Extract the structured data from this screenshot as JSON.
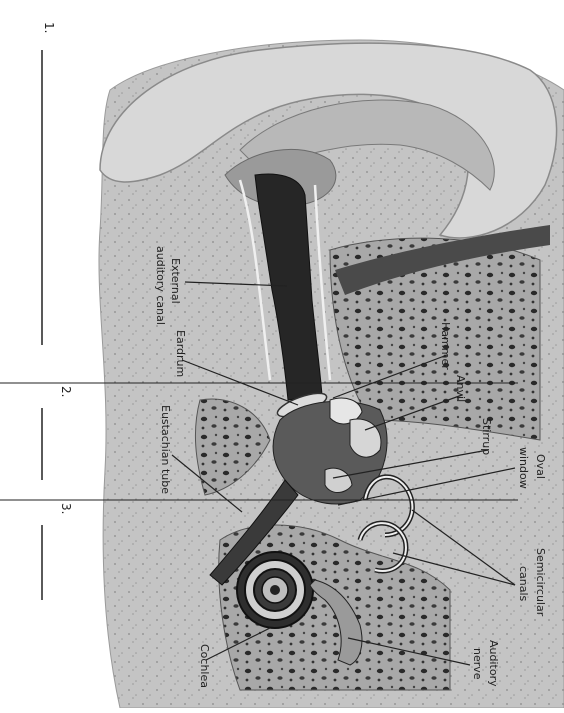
{
  "sections": [
    {
      "number": "1.",
      "blank": "________________"
    },
    {
      "number": "2.",
      "blank": "________"
    },
    {
      "number": "3.",
      "blank": "________"
    }
  ],
  "labels": {
    "external_auditory_canal_line1": "External",
    "external_auditory_canal_line2": "auditory canal",
    "eardrum": "Eardrum",
    "eustachian_tube": "Eustachian tube",
    "hammer": "Hammer",
    "anvil": "Anvil",
    "stirrup": "Stirrup",
    "oval_window_line1": "Oval",
    "oval_window_line2": "window",
    "semicircular_canals_line1": "Semicircular",
    "semicircular_canals_line2": "canals",
    "auditory_nerve_line1": "Auditory",
    "auditory_nerve_line2": "nerve",
    "cochlea": "Cochlea"
  },
  "colors": {
    "background": "#ffffff",
    "ink": "#222222",
    "bone": "#b9b9b9",
    "bone_dark": "#7a7a7a",
    "canal": "#2b2b2b",
    "pinna": "#d2d2d2"
  }
}
